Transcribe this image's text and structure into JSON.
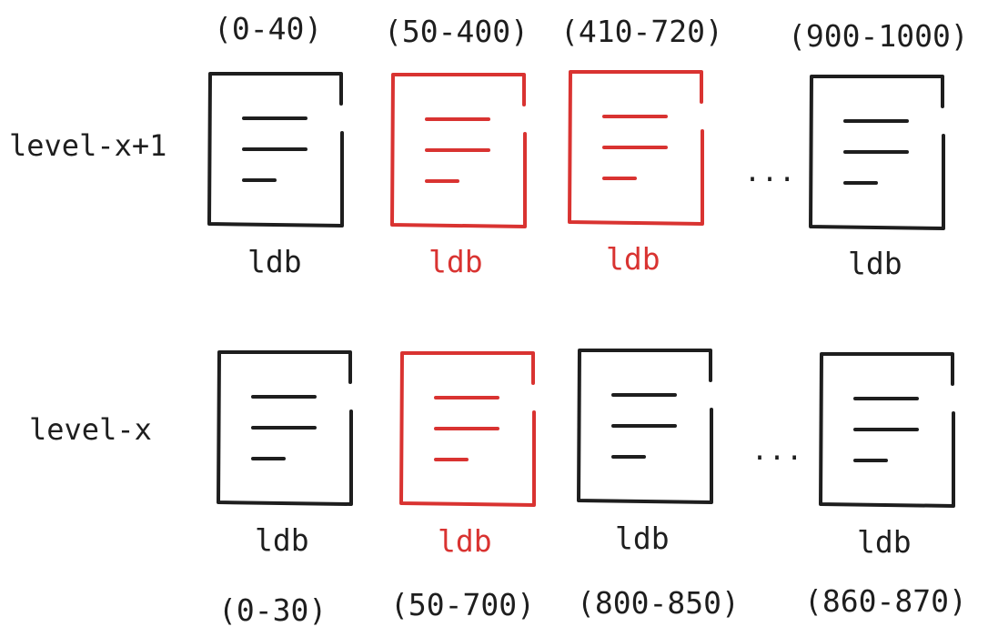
{
  "levels": [
    {
      "label": "level-x+1",
      "files": [
        {
          "range": "(0-40)",
          "label": "ldb",
          "highlighted": false
        },
        {
          "range": "(50-400)",
          "label": "ldb",
          "highlighted": true
        },
        {
          "range": "(410-720)",
          "label": "ldb",
          "highlighted": true
        },
        {
          "range": "(900-1000)",
          "label": "ldb",
          "highlighted": false
        }
      ],
      "ellipsis": "..."
    },
    {
      "label": "level-x",
      "files": [
        {
          "range": "(0-30)",
          "label": "ldb",
          "highlighted": false
        },
        {
          "range": "(50-700)",
          "label": "ldb",
          "highlighted": true
        },
        {
          "range": "(800-850)",
          "label": "ldb",
          "highlighted": false
        },
        {
          "range": "(860-870)",
          "label": "ldb",
          "highlighted": false
        }
      ],
      "ellipsis": "..."
    }
  ],
  "colors": {
    "default": "#1e1e1e",
    "highlight": "#d93331"
  }
}
